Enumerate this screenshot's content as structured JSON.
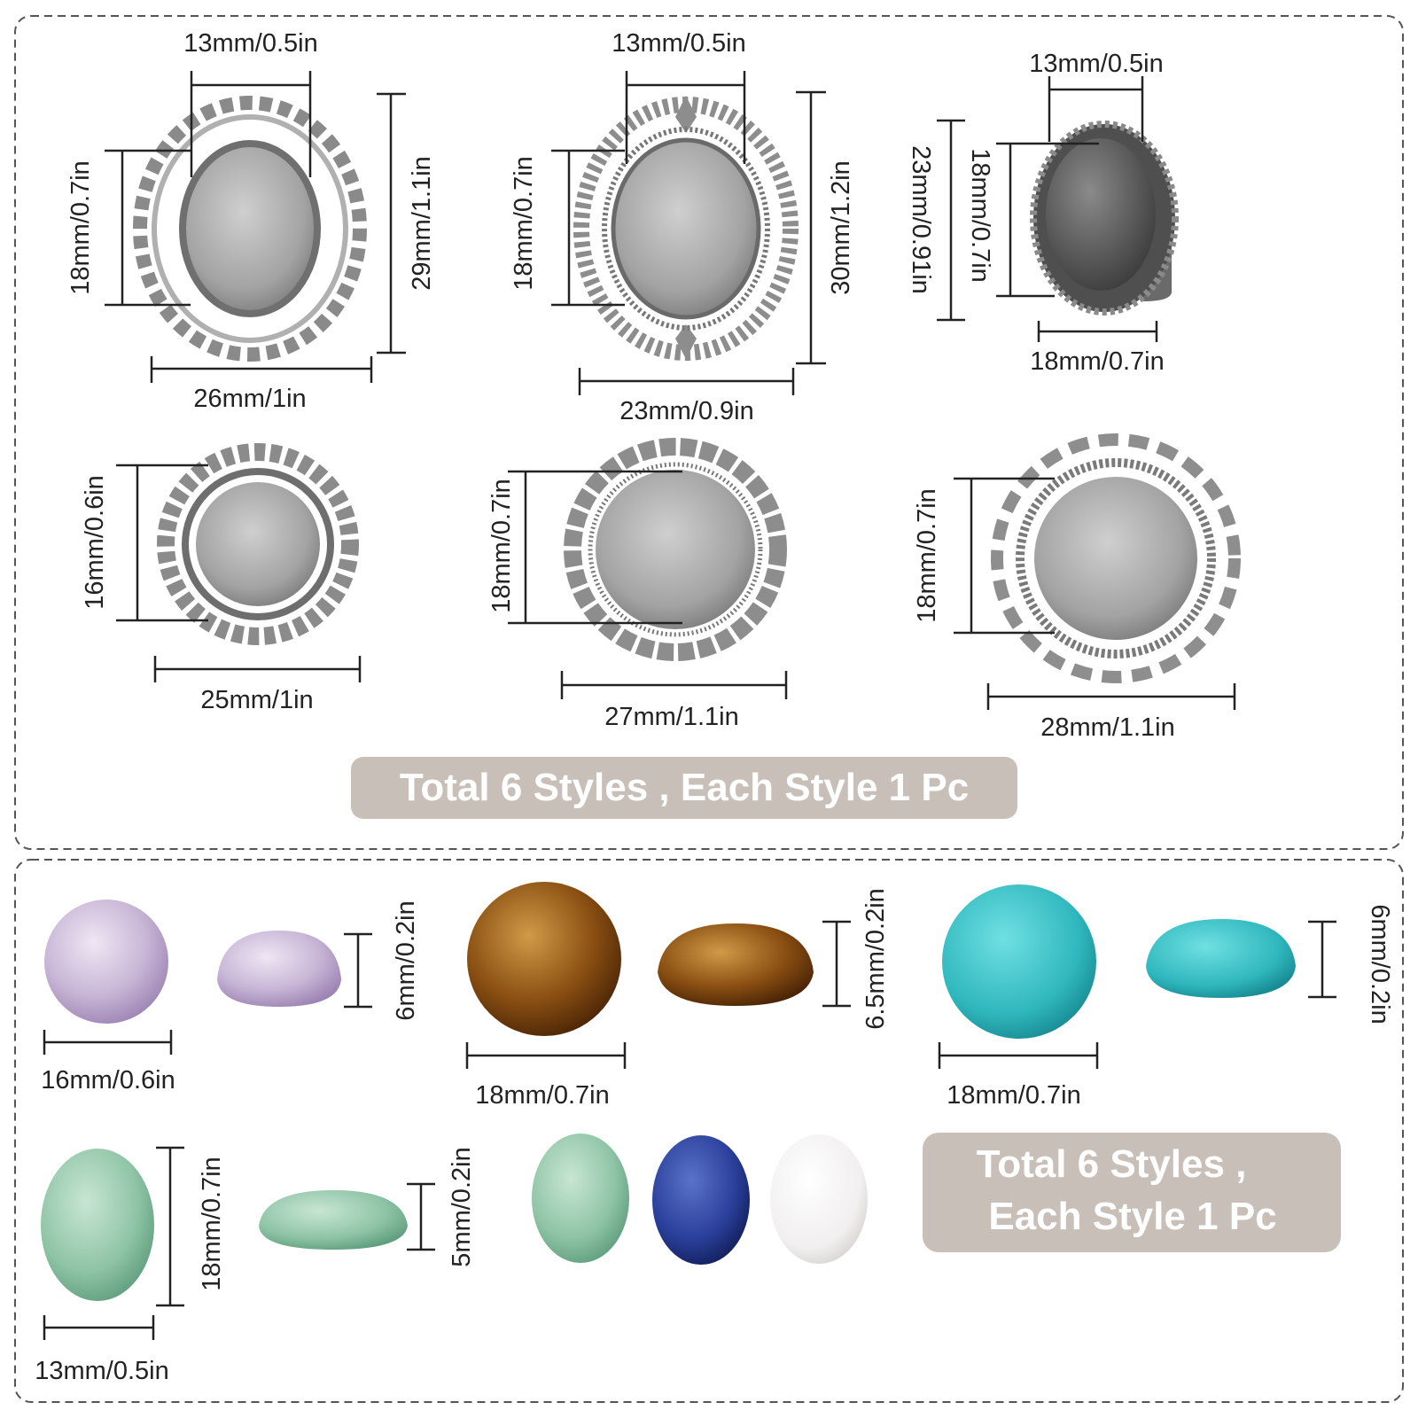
{
  "settings": {
    "title": "Total 6 Styles , Each Style 1 Pc",
    "labels": {
      "s1_top": "13mm/0.5in",
      "s1_left": "18mm/0.7in",
      "s1_right": "29mm/1.1in",
      "s1_bottom": "26mm/1in",
      "s2_top": "13mm/0.5in",
      "s2_left": "18mm/0.7in",
      "s2_right": "30mm/1.2in",
      "s2_bottom": "23mm/0.9in",
      "s3_top": "13mm/0.5in",
      "s3_outer": "23mm/0.91in",
      "s3_inner": "18mm/0.7in",
      "s3_bottom": "18mm/0.7in",
      "s4_left": "16mm/0.6in",
      "s4_bottom": "25mm/1in",
      "s5_left": "18mm/0.7in",
      "s5_bottom": "27mm/1.1in",
      "s6_left": "18mm/0.7in",
      "s6_bottom": "28mm/1.1in"
    }
  },
  "cabochons": {
    "title_line1": "Total 6 Styles ,",
    "title_line2": "Each Style 1 Pc",
    "labels": {
      "amethyst_width": "16mm/0.6in",
      "amethyst_height": "6mm/0.2in",
      "tiger_width": "18mm/0.7in",
      "tiger_height": "6.5mm/0.2in",
      "turquoise_width": "18mm/0.7in",
      "turquoise_height": "6mm/0.2in",
      "aventurine_width": "13mm/0.5in",
      "aventurine_length": "18mm/0.7in",
      "aventurine_height": "5mm/0.2in"
    }
  },
  "colors": {
    "banner": "#c8c0b8",
    "amethyst": "#c8b6d6",
    "tiger_eye": "#8a4f12",
    "turquoise": "#2fb7bd",
    "aventurine": "#8fc4a6",
    "lapis": "#2a3f9a",
    "white_jade": "#f1efef",
    "silver": "#a9a9a9"
  }
}
